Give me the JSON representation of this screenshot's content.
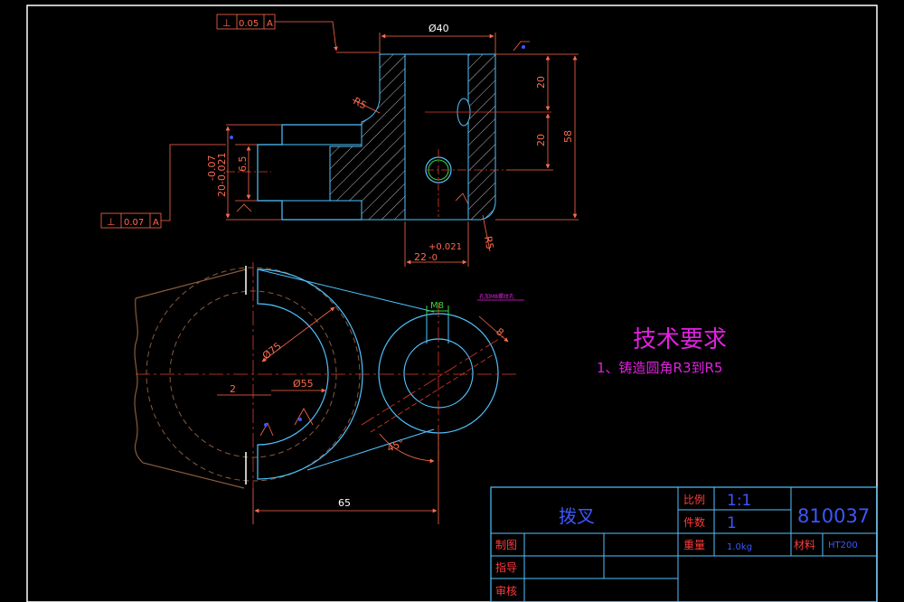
{
  "drawing": {
    "tech_title": "技术要求",
    "tech_note": "1、铸造圆角R3到R5",
    "tolerance_top": {
      "symbol": "⊥",
      "value": "0.05",
      "datum": "A"
    },
    "tolerance_left": {
      "symbol": "⊥",
      "value": "0.07",
      "datum": "A"
    },
    "dims": {
      "d40": "Ø40",
      "r5_top": "R5",
      "r5_bottom": "R5",
      "d20_a": "20",
      "d20_b": "20",
      "d58": "58",
      "d65_5": "6.5",
      "tol_upper": "-0.07",
      "tol_lower": "20-0.021",
      "bore": "22",
      "bore_up": "+0.021",
      "bore_low": "-0",
      "m8": "M8",
      "d75": "Ø75",
      "d55": "Ø55",
      "d2": "2",
      "d8": "8",
      "a45": "45°",
      "d65": "65"
    },
    "small_note": "孔加M8螺纹孔"
  },
  "title_block": {
    "part_name": "拨叉",
    "scale_label": "比例",
    "scale_value": "1:1",
    "qty_label": "件数",
    "qty_value": "1",
    "drawing_no": "810037",
    "drawn_label": "制图",
    "weight_label": "重量",
    "weight_value": "1.0kg",
    "material_label": "材料",
    "material_value": "HT200",
    "guide_label": "指导",
    "review_label": "审核"
  },
  "colors": {
    "background": "#000000",
    "frame": "#ffffff",
    "outline_cyan": "#4fc3ff",
    "dimension_red": "#ff6a4d",
    "centerline_red": "#e23a2a",
    "hatch": "#c8c8c8",
    "magenta_text": "#e020e0",
    "title_red": "#ff3b3b",
    "title_blue": "#3c56ff",
    "break_brown": "#8a5a3c",
    "green": "#39d639"
  }
}
